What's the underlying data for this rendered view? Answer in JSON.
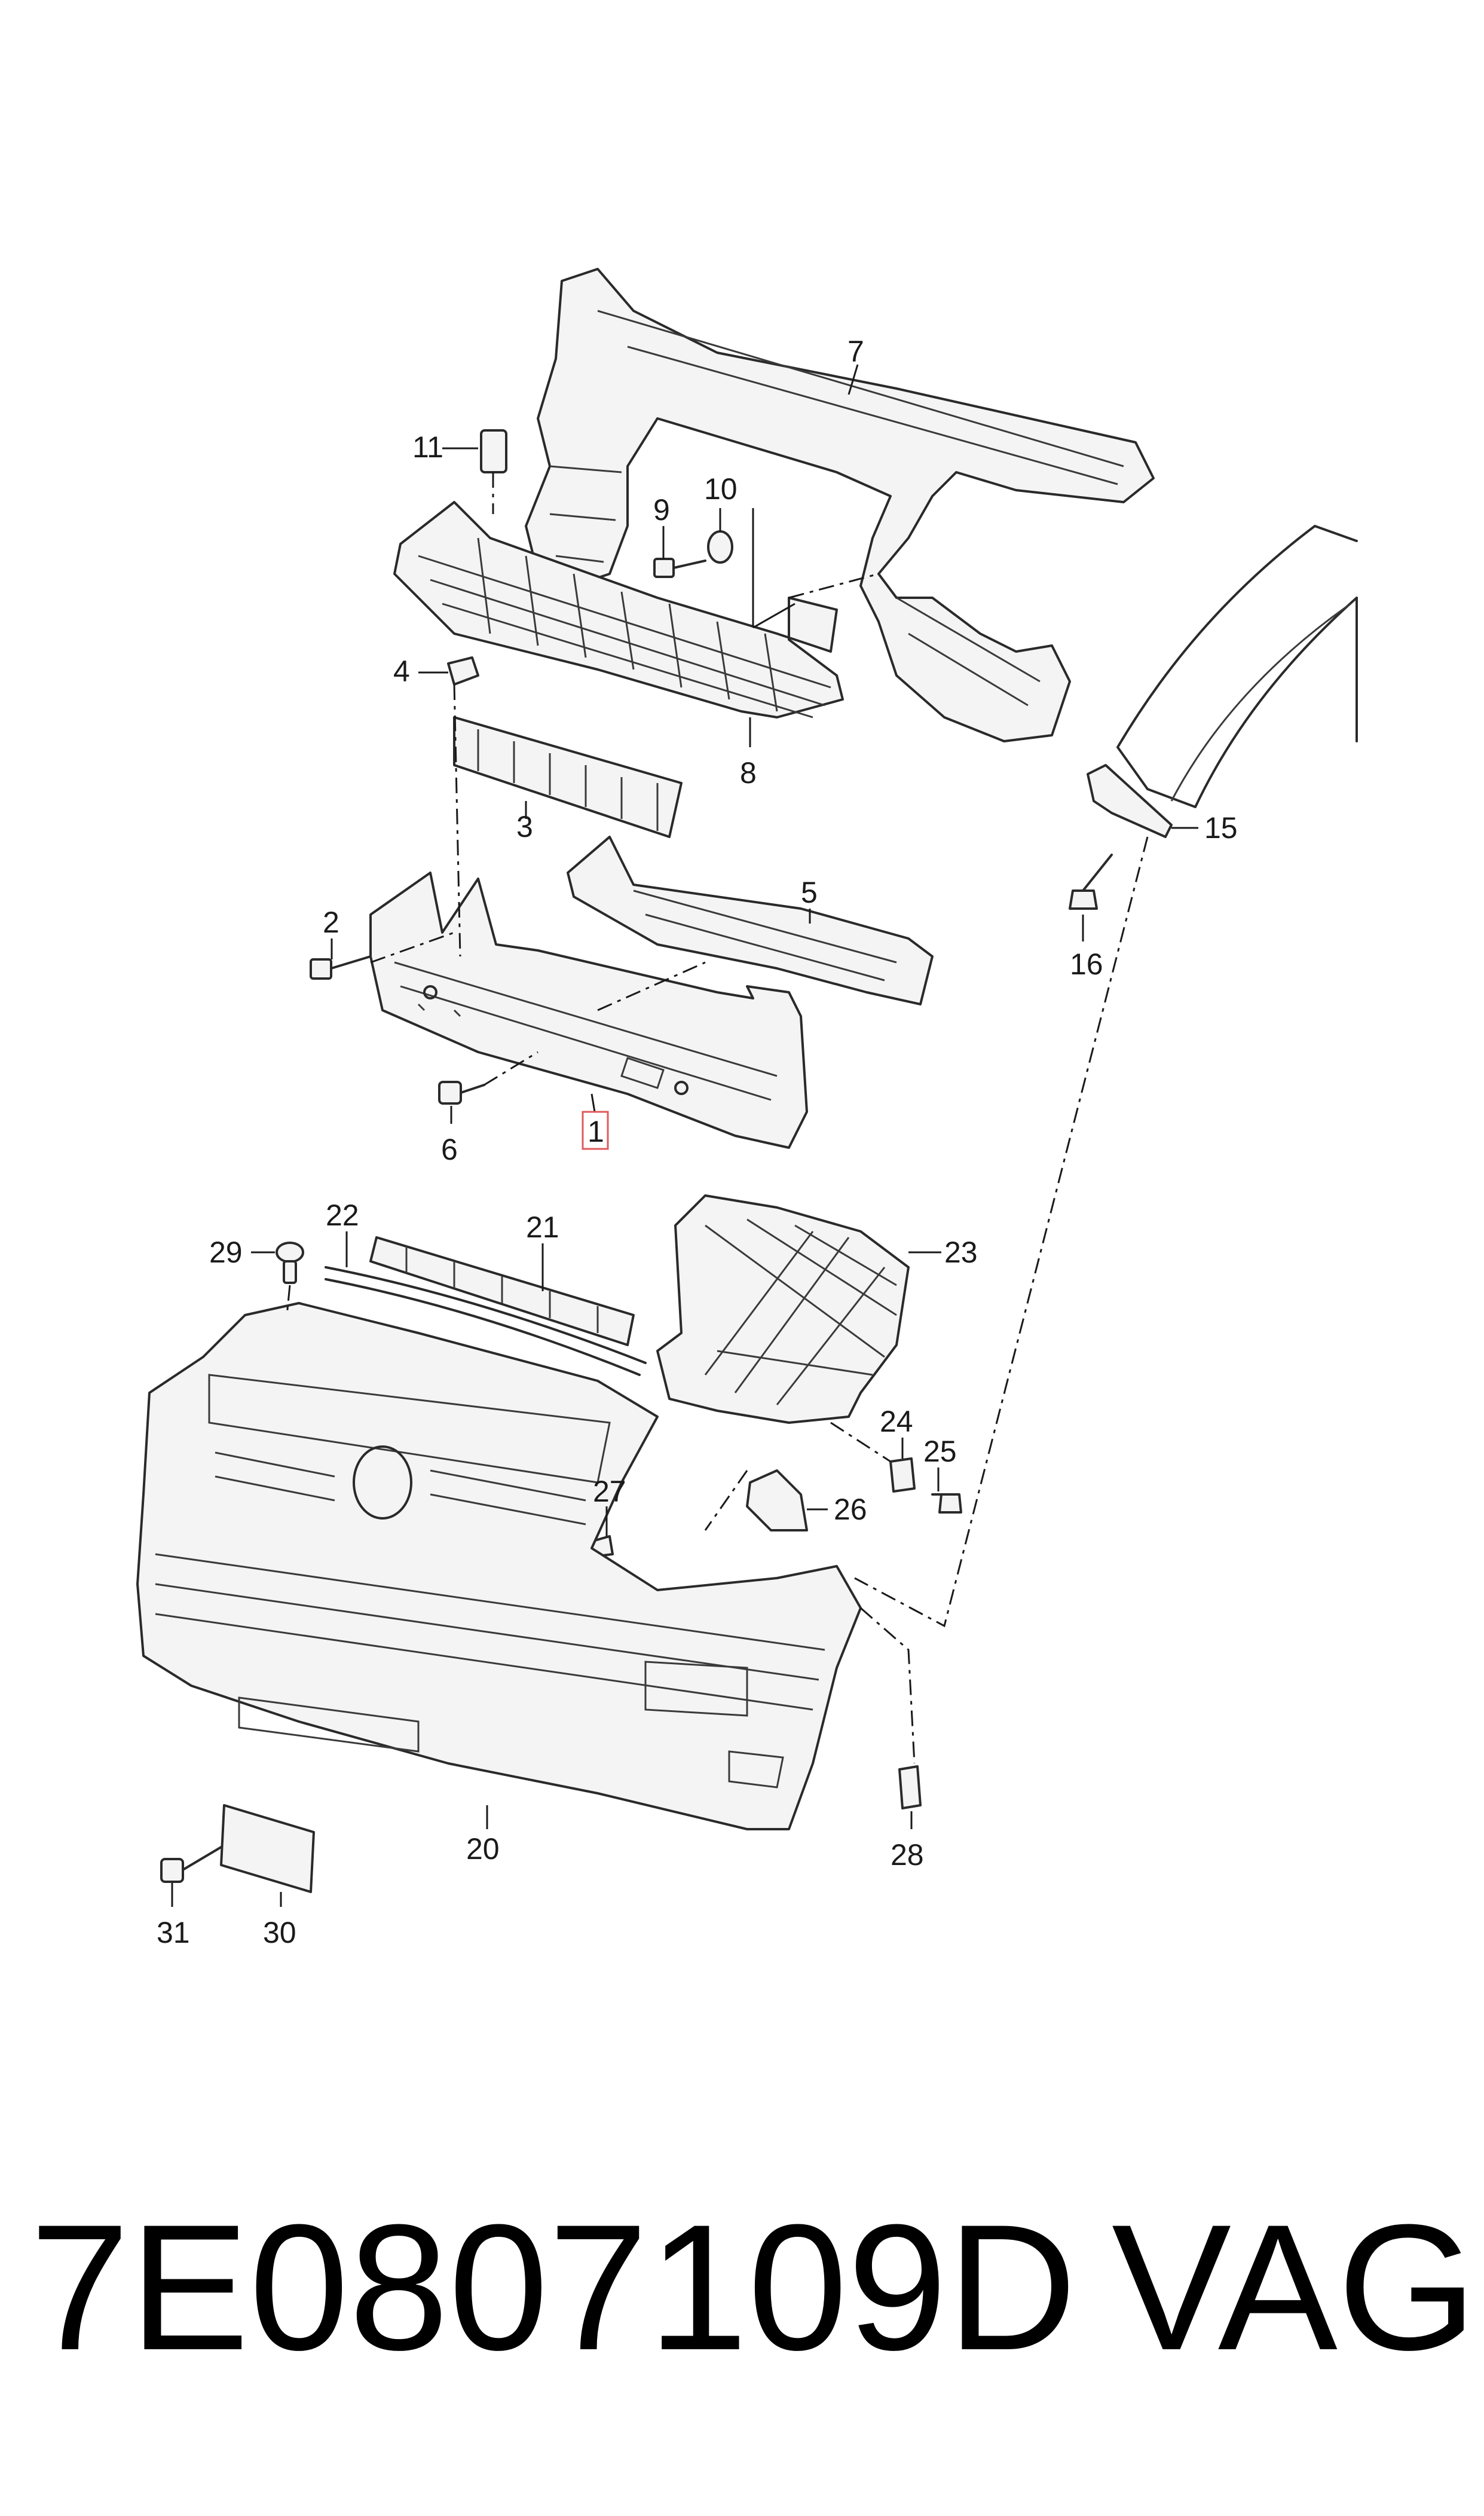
{
  "colors": {
    "line": "#2a2a2a",
    "highlight": "#e05a5a",
    "text": "#1a1a1a"
  },
  "callouts": {
    "c1": "1",
    "c2": "2",
    "c3": "3",
    "c4": "4",
    "c5": "5",
    "c6": "6",
    "c7": "7",
    "c8": "8",
    "c9": "9",
    "c10": "10",
    "c11": "11",
    "c15": "15",
    "c16": "16",
    "c20": "20",
    "c21": "21",
    "c22": "22",
    "c23": "23",
    "c24": "24",
    "c25": "25",
    "c26": "26",
    "c27": "27",
    "c28": "28",
    "c29": "29",
    "c30": "30",
    "c31": "31"
  },
  "footer": {
    "part_number": "7E0807109D",
    "brand": "VAG"
  }
}
